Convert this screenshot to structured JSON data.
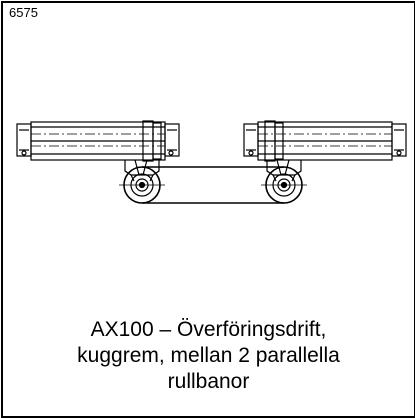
{
  "drawing_number": "6575",
  "caption": {
    "line1": "AX100 – Överföringsdrift,",
    "line2": "kuggrem, mellan 2 parallella",
    "line3": "rullbanor"
  },
  "colors": {
    "line": "#000000",
    "background": "#ffffff"
  }
}
